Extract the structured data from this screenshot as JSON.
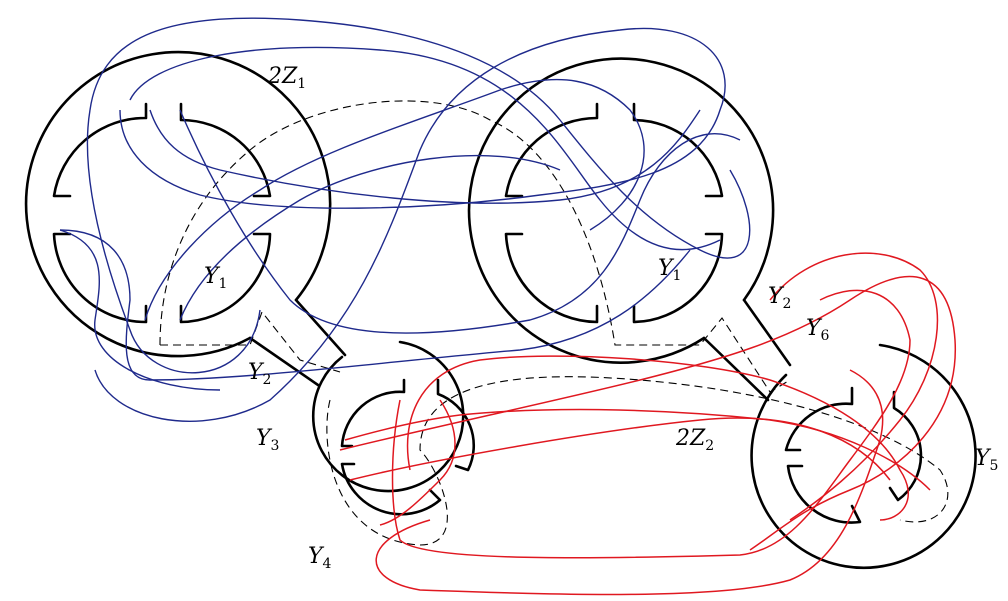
{
  "labels": {
    "z1": {
      "coef": "2",
      "base": "Z",
      "sub": "1"
    },
    "y1_left": {
      "base": "Y",
      "sub": "1"
    },
    "y1_right": {
      "base": "Y",
      "sub": "1"
    },
    "y2_left": {
      "base": "Y",
      "sub": "2"
    },
    "y2_right": {
      "base": "Y",
      "sub": "2"
    },
    "y3": {
      "base": "Y",
      "sub": "3"
    },
    "y4": {
      "base": "Y",
      "sub": "4"
    },
    "y5": {
      "base": "Y",
      "sub": "5"
    },
    "y6": {
      "base": "Y",
      "sub": "6"
    },
    "z2": {
      "coef": "2",
      "base": "Z",
      "sub": "2"
    }
  },
  "colors": {
    "outline": "#000000",
    "blue_curves": "#1f2a8c",
    "red_curves": "#e01820"
  }
}
